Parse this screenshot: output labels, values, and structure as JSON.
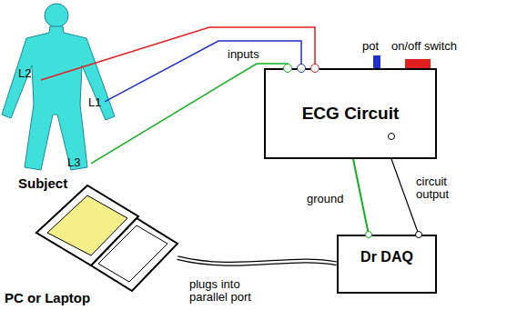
{
  "diagram": {
    "nodes": [
      {
        "text": [
          "Subject"
        ]
      },
      {
        "text": [
          "ECG Circuit"
        ]
      },
      {
        "text": [
          "PC or Laptop"
        ]
      },
      {
        "text": [
          "Dr DAQ"
        ]
      }
    ],
    "edges": [
      {
        "from": 0,
        "to": 1,
        "arrow": "none"
      },
      {
        "from": 0,
        "to": 1,
        "arrow": "none"
      },
      {
        "from": 0,
        "to": 1,
        "arrow": "none"
      },
      {
        "from": 1,
        "to": 3,
        "label": "ground",
        "arrow": "none"
      },
      {
        "from": 1,
        "to": 3,
        "label": "circuit output",
        "arrow": "none"
      },
      {
        "from": 2,
        "to": 3,
        "label": "plugs into parallel port",
        "arrow": "none"
      }
    ],
    "labels": [
      "L2",
      "L1",
      "L3",
      "inputs",
      "pot",
      "on/off switch"
    ]
  }
}
